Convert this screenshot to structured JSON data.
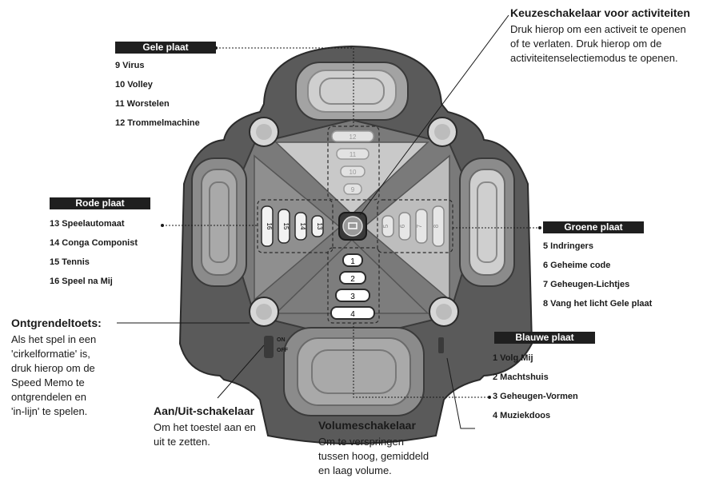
{
  "yellow": {
    "title": "Gele plaat",
    "items": [
      "9 Virus",
      "10 Volley",
      "11 Worstelen",
      "12 Trommelmachine"
    ]
  },
  "red": {
    "title": "Rode plaat",
    "items": [
      "13 Speelautomaat",
      "14 Conga Componist",
      "15 Tennis",
      "16 Speel na Mij"
    ]
  },
  "green": {
    "title": "Groene plaat",
    "items": [
      "5 Indringers",
      "6 Geheime code",
      "7 Geheugen-Lichtjes",
      "8 Vang het licht Gele plaat"
    ]
  },
  "blue": {
    "title": "Blauwe plaat",
    "items": [
      "1 Volg Mij",
      "2 Machtshuis",
      "3 Geheugen-Vormen",
      "4 Muziekdoos"
    ]
  },
  "selector": {
    "title": "Keuzeschakelaar voor activiteiten",
    "lines": [
      "Druk hierop om een activeit te openen",
      "of te verlaten. Druk hierop om de",
      "activiteitenselectiemodus te openen."
    ]
  },
  "unlock": {
    "title": "Ontgrendeltoets:",
    "lines": [
      "Als het spel in een",
      "'cirkelformatie' is,",
      "druk hierop om de",
      "Speed Memo te",
      "ontgrendelen en",
      "'in-lijn' te spelen."
    ]
  },
  "power": {
    "title": "Aan/Uit-schakelaar",
    "lines": [
      "Om het toestel aan en",
      "uit te zetten."
    ]
  },
  "volume": {
    "title": "Volumeschakelaar",
    "lines": [
      "Om te verspringen",
      "tussen hoog, gemiddeld",
      "en laag volume."
    ]
  },
  "device": {
    "pad_numbers": [
      "1",
      "2",
      "3",
      "4"
    ],
    "top_numbers": [
      "12",
      "11",
      "10",
      "9"
    ],
    "left_numbers": [
      "16",
      "15",
      "14",
      "13"
    ],
    "right_numbers": [
      "5",
      "6",
      "7",
      "8"
    ],
    "switch_on": "ON",
    "switch_off": "OFF"
  }
}
